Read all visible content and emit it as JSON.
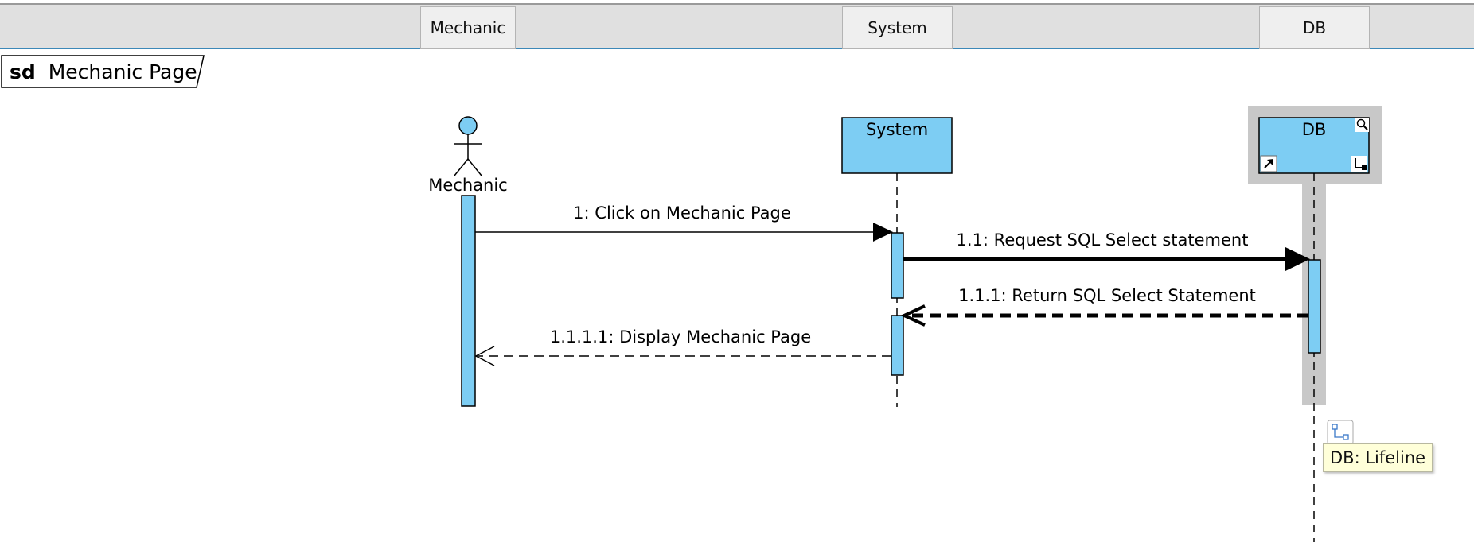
{
  "header": {
    "columns": [
      "Mechanic",
      "System",
      "DB"
    ]
  },
  "frame": {
    "keyword": "sd",
    "name": "Mechanic Page"
  },
  "lifelines": {
    "mechanic": "Mechanic",
    "system": "System",
    "db": "DB"
  },
  "messages": [
    {
      "label": "1: Click on Mechanic Page",
      "from": "Mechanic",
      "to": "System",
      "kind": "synchronous"
    },
    {
      "label": "1.1: Request SQL Select statement",
      "from": "System",
      "to": "DB",
      "kind": "synchronous"
    },
    {
      "label": "1.1.1: Return SQL Select Statement",
      "from": "DB",
      "to": "System",
      "kind": "return"
    },
    {
      "label": "1.1.1.1: Display Mechanic Page",
      "from": "System",
      "to": "Mechanic",
      "kind": "return"
    }
  ],
  "tooltip": {
    "text": "DB: Lifeline"
  },
  "colors": {
    "lifeline_fill": "#7dcdf3",
    "selection_gray": "#c8c8c8",
    "tooltip_bg": "#ffffd9"
  }
}
